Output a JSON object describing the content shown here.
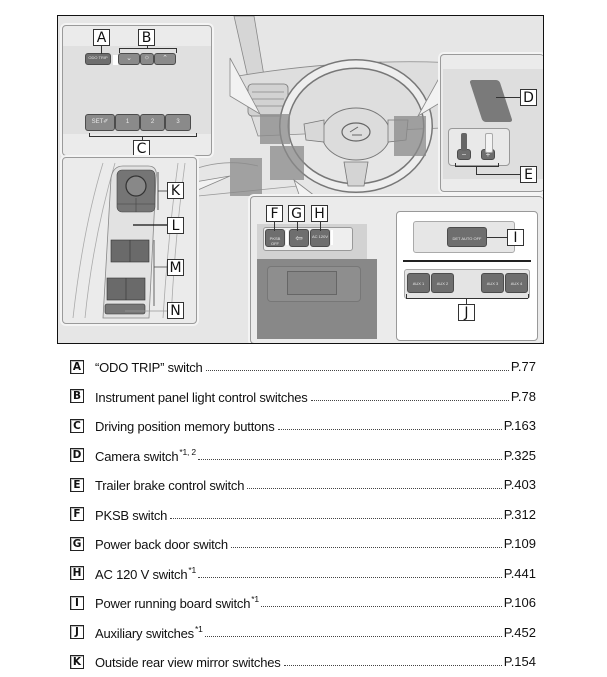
{
  "figure": {
    "callouts": [
      "A",
      "B",
      "C",
      "D",
      "E",
      "F",
      "G",
      "H",
      "I",
      "J",
      "K",
      "L",
      "M",
      "N"
    ],
    "inset_a_b_c": {
      "odo_trip_key": "ODO TRIP",
      "dimmer_keys": [
        "⌄",
        "☼",
        "⌃"
      ],
      "memory_keys": [
        "SET✐",
        "1",
        "2",
        "3"
      ]
    },
    "inset_f_g_h": {
      "keys": [
        "PKSB OFF",
        "⇦",
        "AC 120V"
      ]
    },
    "inset_i_j": {
      "running_board_key": [
        "DET",
        "AUTO",
        "OFF"
      ],
      "aux_keys": [
        "AUX 1",
        "AUX 2",
        "AUX 3",
        "AUX 4"
      ]
    },
    "inset_d_e": {
      "trailer_brake_keys": [
        "−",
        "+"
      ]
    }
  },
  "items": [
    {
      "letter": "A",
      "label": "“ODO TRIP” switch",
      "note": "",
      "page": "P.77"
    },
    {
      "letter": "B",
      "label": "Instrument panel light control switches",
      "note": "",
      "page": "P.78"
    },
    {
      "letter": "C",
      "label": "Driving position memory buttons",
      "note": "",
      "page": "P.163"
    },
    {
      "letter": "D",
      "label": "Camera switch",
      "note": "*1, 2",
      "page": "P.325"
    },
    {
      "letter": "E",
      "label": "Trailer brake control switch",
      "note": "",
      "page": "P.403"
    },
    {
      "letter": "F",
      "label": "PKSB switch",
      "note": "",
      "page": "P.312"
    },
    {
      "letter": "G",
      "label": "Power back door switch",
      "note": "",
      "page": "P.109"
    },
    {
      "letter": "H",
      "label": "AC 120 V switch",
      "note": "*1",
      "page": "P.441"
    },
    {
      "letter": "I",
      "label": "Power running board switch",
      "note": "*1",
      "page": "P.106"
    },
    {
      "letter": "J",
      "label": "Auxiliary switches",
      "note": "*1",
      "page": "P.452"
    },
    {
      "letter": "K",
      "label": "Outside rear view mirror switches",
      "note": "",
      "page": "P.154"
    }
  ]
}
